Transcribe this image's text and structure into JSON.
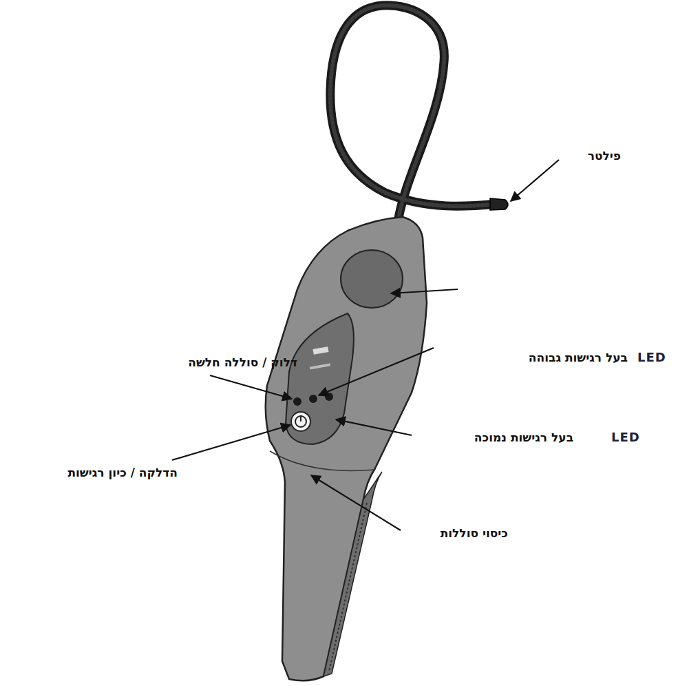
{
  "diagram": {
    "labels": [
      "פילטר",
      "LED",
      "בעל רגישות גבוהה",
      "דלוק / סוללה חלשה",
      "LED",
      "בעל רגישות נמוכה",
      "הדלקה / כיון רגישות",
      "כיסוי סוללות"
    ]
  }
}
